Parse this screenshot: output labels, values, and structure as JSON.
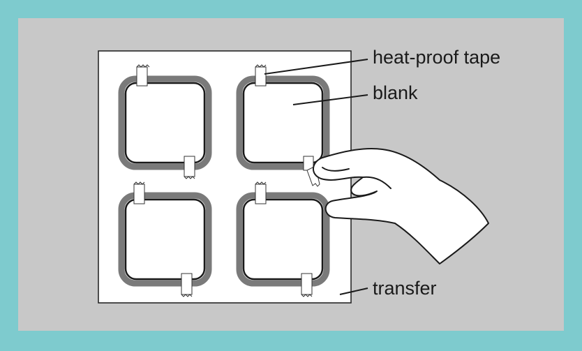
{
  "colors": {
    "border": "#7ecbce",
    "panel": "#c8c8c8",
    "sheet": "#ffffff",
    "blank_frame": "#7a7a7a",
    "blank_inner_outline": "#1a1a1a",
    "line": "#1a1a1a"
  },
  "labels": {
    "tape": "heat-proof tape",
    "blank": "blank",
    "transfer": "transfer"
  },
  "icons": {
    "hand": "hand-peeling-icon"
  }
}
